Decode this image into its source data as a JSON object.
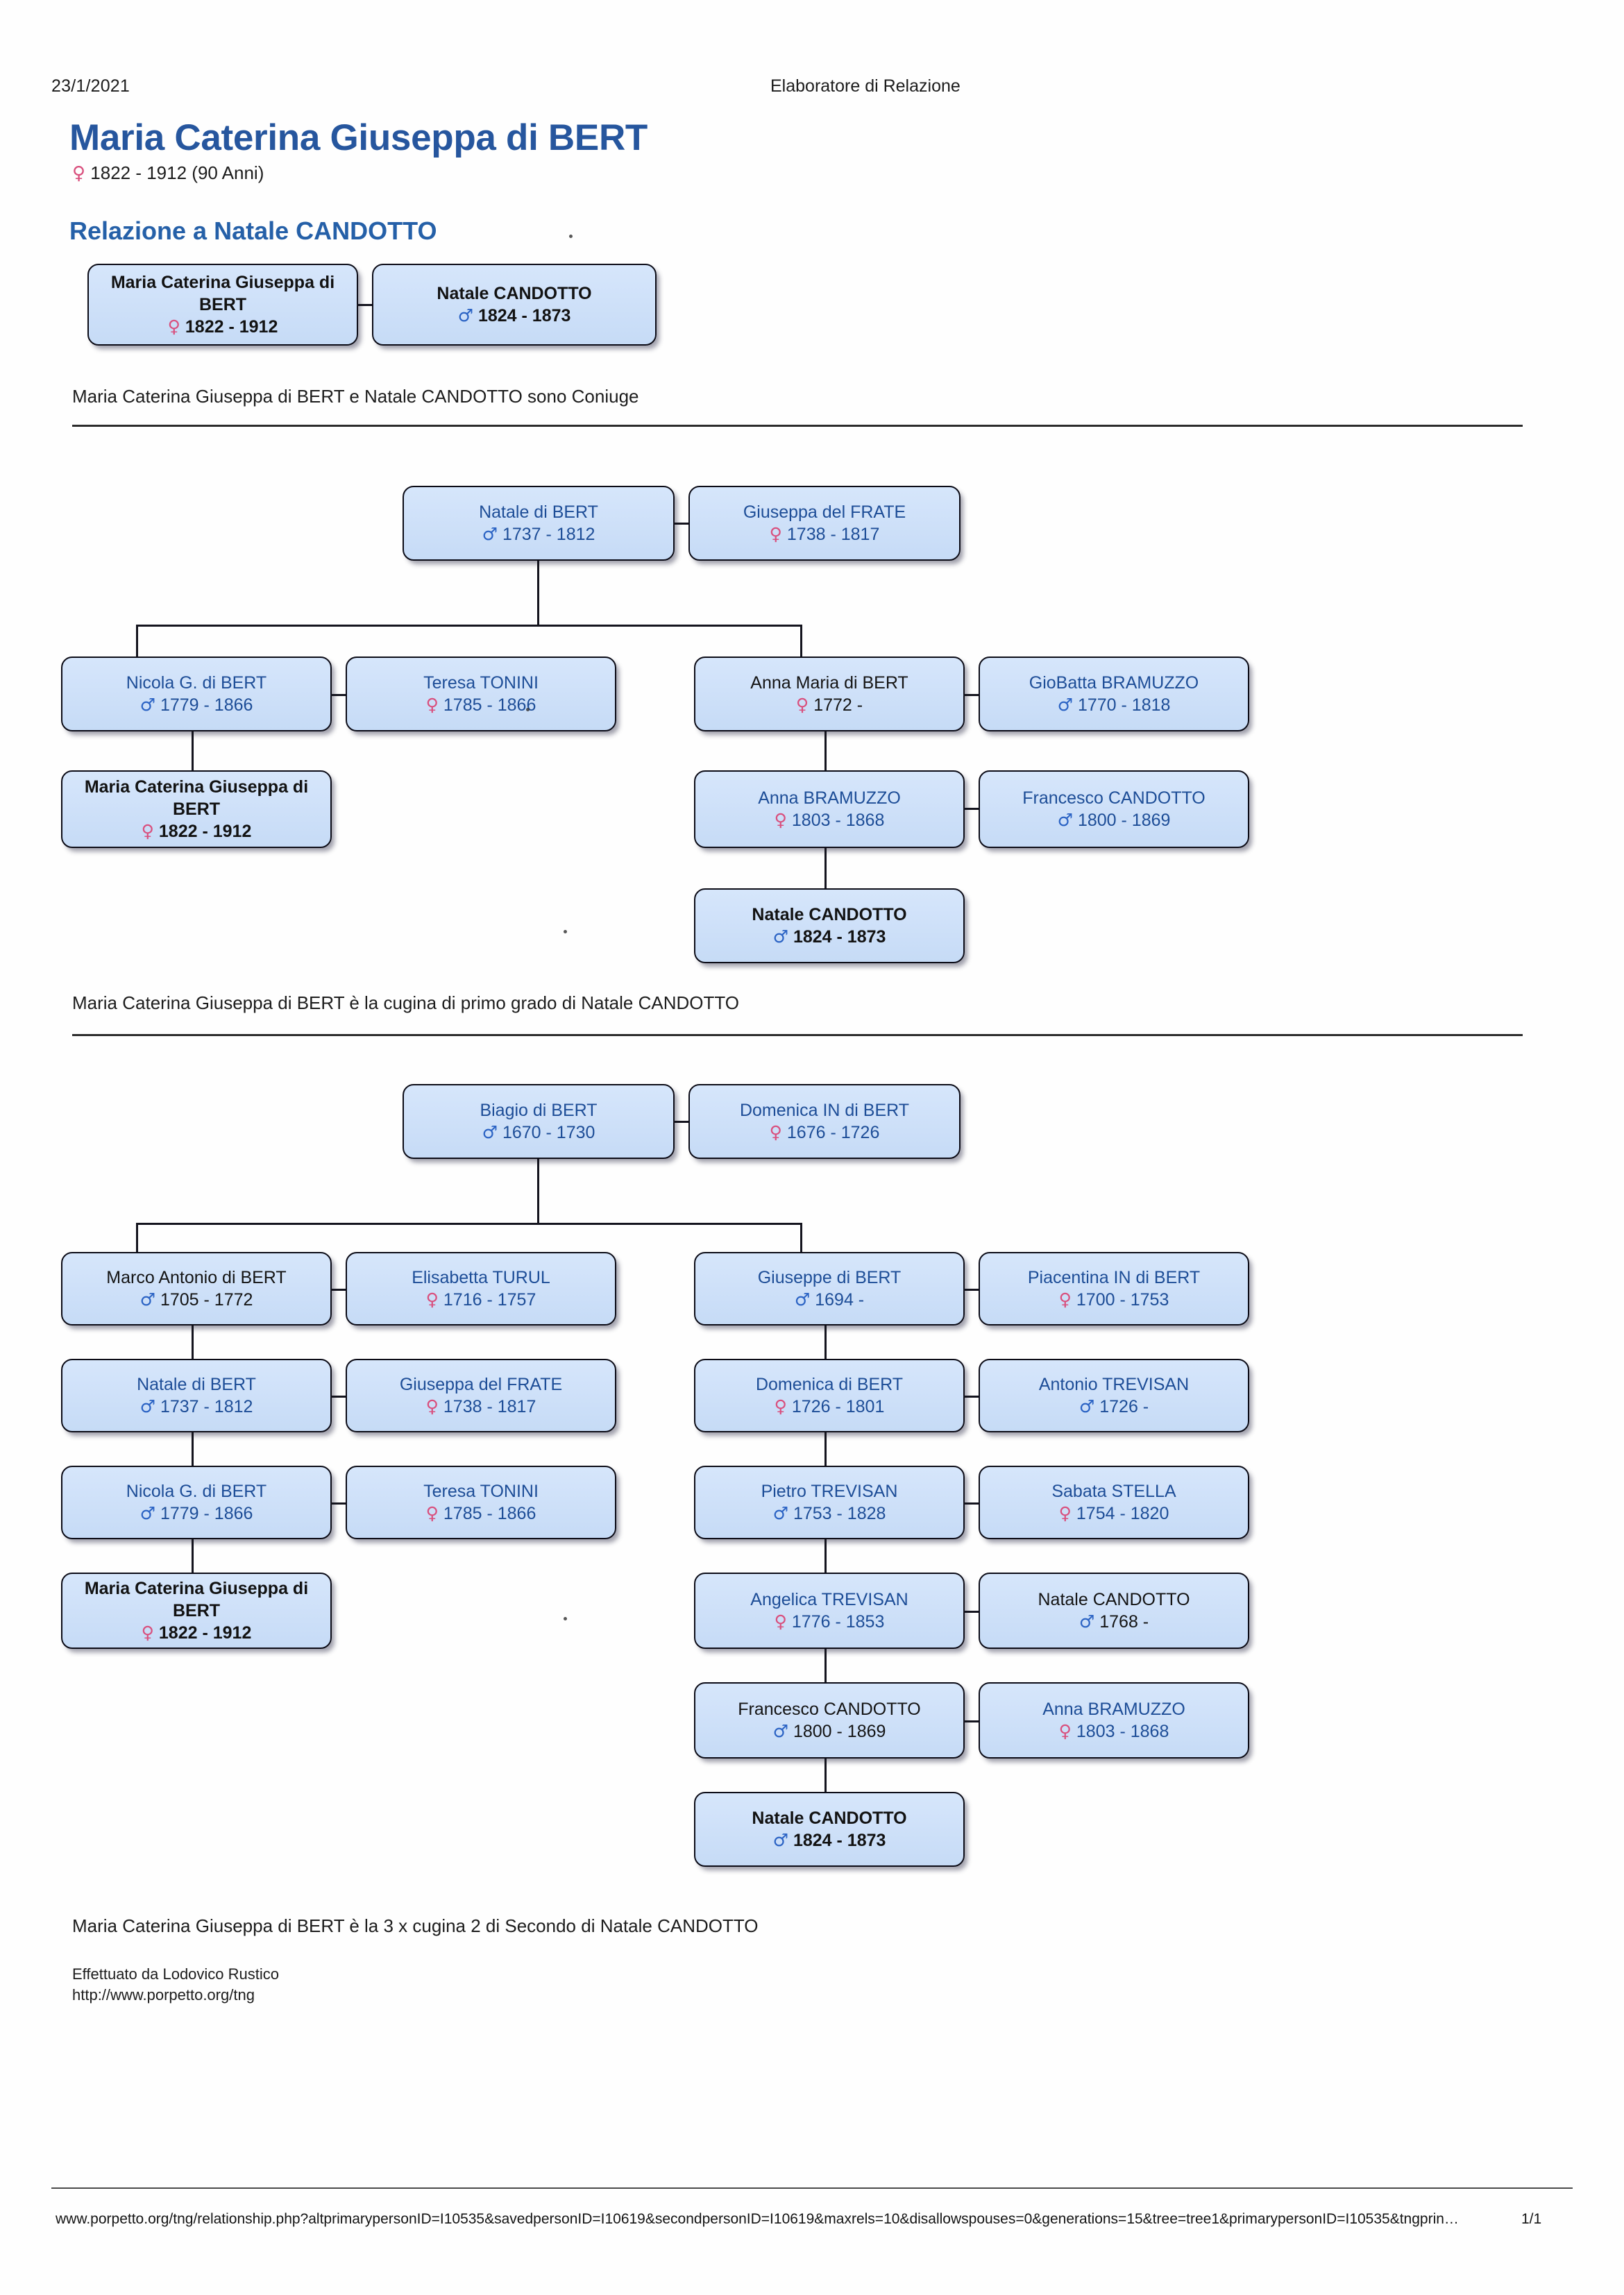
{
  "header": {
    "date": "23/1/2021",
    "center_label": "Elaboratore di Relazione"
  },
  "title": {
    "name": "Maria Caterina Giuseppa di BERT",
    "gender_symbol": "♀",
    "lifespan": "1822 - 1912  (90 Anni)"
  },
  "section1": {
    "heading": "Relazione a Natale CANDOTTO",
    "caption": "Maria Caterina Giuseppa di BERT e Natale CANDOTTO sono Coniuge",
    "boxes": [
      {
        "name": "Maria Caterina Giuseppa di BERT",
        "sex": "F",
        "symbol": "♀",
        "dates": "1822 - 1912",
        "highlight": true
      },
      {
        "name": "Natale CANDOTTO",
        "sex": "M",
        "symbol": "♂",
        "dates": "1824 - 1873",
        "highlight": true
      }
    ]
  },
  "tree1": {
    "caption": "Maria Caterina Giuseppa di BERT è la cugina di primo grado di Natale CANDOTTO",
    "boxes": [
      {
        "name": "Natale di BERT",
        "sex": "M",
        "symbol": "♂",
        "dates": "1737 - 1812",
        "highlight": false
      },
      {
        "name": "Giuseppa del FRATE",
        "sex": "F",
        "symbol": "♀",
        "dates": "1738 - 1817",
        "highlight": false
      },
      {
        "name": "Nicola G. di BERT",
        "sex": "M",
        "symbol": "♂",
        "dates": "1779 - 1866",
        "highlight": false
      },
      {
        "name": "Teresa TONINI",
        "sex": "F",
        "symbol": "♀",
        "dates": "1785 - 1866",
        "highlight": false
      },
      {
        "name": "Anna Maria di BERT",
        "sex": "F",
        "symbol": "♀",
        "dates": "1772 -",
        "highlight": false
      },
      {
        "name": "GioBatta BRAMUZZO",
        "sex": "M",
        "symbol": "♂",
        "dates": "1770 - 1818",
        "highlight": false
      },
      {
        "name": "Maria Caterina Giuseppa di BERT",
        "sex": "F",
        "symbol": "♀",
        "dates": "1822 - 1912",
        "highlight": true
      },
      {
        "name": "Anna BRAMUZZO",
        "sex": "F",
        "symbol": "♀",
        "dates": "1803 - 1868",
        "highlight": false
      },
      {
        "name": "Francesco CANDOTTO",
        "sex": "M",
        "symbol": "♂",
        "dates": "1800 - 1869",
        "highlight": false
      },
      {
        "name": "Natale CANDOTTO",
        "sex": "M",
        "symbol": "♂",
        "dates": "1824 - 1873",
        "highlight": true
      }
    ]
  },
  "tree2": {
    "caption": "Maria Caterina Giuseppa di BERT è la 3 x cugina 2 di Secondo di Natale CANDOTTO",
    "boxes": [
      {
        "name": "Biagio di BERT",
        "sex": "M",
        "symbol": "♂",
        "dates": "1670 - 1730",
        "highlight": false
      },
      {
        "name": "Domenica IN di BERT",
        "sex": "F",
        "symbol": "♀",
        "dates": "1676 - 1726",
        "highlight": false
      },
      {
        "name": "Marco Antonio di BERT",
        "sex": "M",
        "symbol": "♂",
        "dates": "1705 - 1772",
        "highlight": false
      },
      {
        "name": "Elisabetta TURUL",
        "sex": "F",
        "symbol": "♀",
        "dates": "1716 - 1757",
        "highlight": false
      },
      {
        "name": "Giuseppe di BERT",
        "sex": "M",
        "symbol": "♂",
        "dates": "1694 -",
        "highlight": false
      },
      {
        "name": "Piacentina IN di BERT",
        "sex": "F",
        "symbol": "♀",
        "dates": "1700 - 1753",
        "highlight": false
      },
      {
        "name": "Natale di BERT",
        "sex": "M",
        "symbol": "♂",
        "dates": "1737 - 1812",
        "highlight": false
      },
      {
        "name": "Giuseppa del FRATE",
        "sex": "F",
        "symbol": "♀",
        "dates": "1738 - 1817",
        "highlight": false
      },
      {
        "name": "Domenica di BERT",
        "sex": "F",
        "symbol": "♀",
        "dates": "1726 - 1801",
        "highlight": false
      },
      {
        "name": "Antonio TREVISAN",
        "sex": "M",
        "symbol": "♂",
        "dates": "1726 -",
        "highlight": false
      },
      {
        "name": "Nicola G. di BERT",
        "sex": "M",
        "symbol": "♂",
        "dates": "1779 - 1866",
        "highlight": false
      },
      {
        "name": "Teresa TONINI",
        "sex": "F",
        "symbol": "♀",
        "dates": "1785 - 1866",
        "highlight": false
      },
      {
        "name": "Pietro TREVISAN",
        "sex": "M",
        "symbol": "♂",
        "dates": "1753 - 1828",
        "highlight": false
      },
      {
        "name": "Sabata STELLA",
        "sex": "F",
        "symbol": "♀",
        "dates": "1754 - 1820",
        "highlight": false
      },
      {
        "name": "Maria Caterina Giuseppa di BERT",
        "sex": "F",
        "symbol": "♀",
        "dates": "1822 - 1912",
        "highlight": true
      },
      {
        "name": "Angelica TREVISAN",
        "sex": "F",
        "symbol": "♀",
        "dates": "1776 - 1853",
        "highlight": false
      },
      {
        "name": "Natale CANDOTTO",
        "sex": "M",
        "symbol": "♂",
        "dates": "1768 -",
        "highlight": false
      },
      {
        "name": "Francesco CANDOTTO",
        "sex": "M",
        "symbol": "♂",
        "dates": "1800 - 1869",
        "highlight": false
      },
      {
        "name": "Anna BRAMUZZO",
        "sex": "F",
        "symbol": "♀",
        "dates": "1803 - 1868",
        "highlight": false
      },
      {
        "name": "Natale CANDOTTO",
        "sex": "M",
        "symbol": "♂",
        "dates": "1824 - 1873",
        "highlight": true
      }
    ]
  },
  "credit": {
    "line1": "Effettuato da Lodovico Rustico",
    "line2": "http://www.porpetto.org/tng"
  },
  "footer": {
    "url": "www.porpetto.org/tng/relationship.php?altprimarypersonID=I10535&savedpersonID=I10619&secondpersonID=I10619&maxrels=10&disallowspouses=0&generations=15&tree=tree1&primarypersonID=I10535&tngprin…",
    "page": "1/1"
  },
  "colors": {
    "heading_blue": "#26569e",
    "box_text_blue": "#1d4d97",
    "box_fill": "#cfe1f9",
    "female": "#d94f7d",
    "male": "#2b63c4"
  }
}
